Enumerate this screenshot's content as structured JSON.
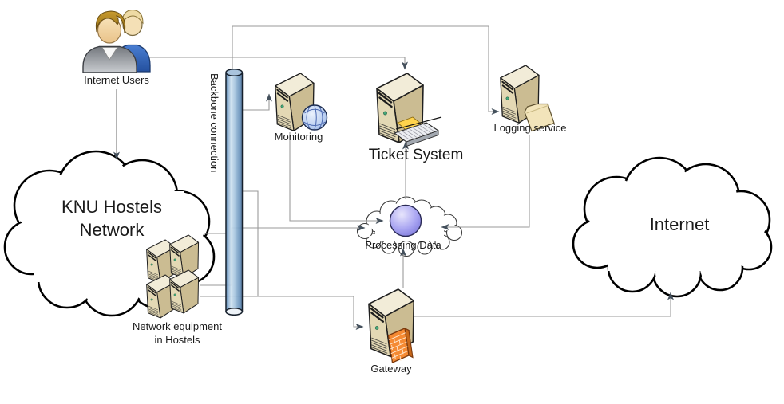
{
  "nodes": {
    "internet_users": {
      "label": "Internet Users",
      "icon": "users-icon"
    },
    "backbone": {
      "label": "Backbone connection",
      "icon": "cylinder-icon"
    },
    "monitoring": {
      "label": "Monitoring",
      "icon": "server-globe-icon"
    },
    "ticket_system": {
      "label": "Ticket System",
      "icon": "server-keyboard-icon"
    },
    "logging_service": {
      "label": "Logging service",
      "icon": "server-folder-icon"
    },
    "processing_data": {
      "label": "Processing Data",
      "icon": "cloud-sphere-icon"
    },
    "knu_network": {
      "label": "KNU Hostels Network",
      "icon": "cloud-icon"
    },
    "network_equipment": {
      "label": "Network equipment in Hostels",
      "icon": "server-stack-icon"
    },
    "gateway": {
      "label": "Gateway",
      "icon": "server-firewall-icon"
    },
    "internet": {
      "label": "Internet",
      "icon": "cloud-icon"
    }
  },
  "edges": [
    {
      "from": "internet_users",
      "to": "knu_network",
      "arrow": true
    },
    {
      "from": "internet_users",
      "to": "ticket_system",
      "arrow": true
    },
    {
      "from": "backbone",
      "to": "logging_service",
      "arrow": true
    },
    {
      "from": "backbone",
      "to": "monitoring",
      "arrow": true
    },
    {
      "from": "monitoring",
      "to": "processing_data",
      "arrow": true
    },
    {
      "from": "network_equipment",
      "to": "processing_data",
      "arrow": true
    },
    {
      "from": "knu_network",
      "to": "backbone",
      "arrow": false
    },
    {
      "from": "backbone",
      "to": "gateway",
      "arrow": true
    },
    {
      "from": "network_equipment",
      "to": "gateway",
      "arrow": true
    },
    {
      "from": "gateway",
      "to": "processing_data",
      "arrow": true
    },
    {
      "from": "processing_data",
      "to": "ticket_system",
      "arrow": true
    },
    {
      "from": "logging_service",
      "to": "processing_data",
      "arrow": true
    },
    {
      "from": "gateway",
      "to": "internet",
      "arrow": true
    }
  ],
  "colors": {
    "label_color": "#1a1a1a",
    "connector_gray": "#9a9a9a",
    "arrowhead": "#44505c",
    "server_top": "#f2ecd8",
    "server_front": "#e3d8b4",
    "server_side": "#cbbc92",
    "backbone_blue": "#7fa8cc",
    "firewall_orange": "#f58a33",
    "sphere_purple": "#928ee8",
    "people_blue": "#3a6cc8",
    "people_gray": "#8b8f95",
    "cloud_outline": "#000000"
  }
}
